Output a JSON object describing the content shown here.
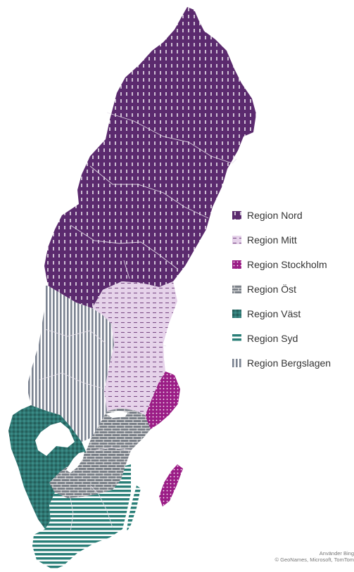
{
  "legend": {
    "items": [
      {
        "key": "nord",
        "label": "Region Nord",
        "color": "#5b2a6e",
        "pattern": "dash-vertical"
      },
      {
        "key": "mitt",
        "label": "Region Mitt",
        "color": "#e6d3ea",
        "pattern": "dash-horizontal"
      },
      {
        "key": "stockholm",
        "label": "Region Stockholm",
        "color": "#9b1d86",
        "pattern": "dots"
      },
      {
        "key": "ost",
        "label": "Region Öst",
        "color": "#7b8189",
        "pattern": "brick"
      },
      {
        "key": "vast",
        "label": "Region Väst",
        "color": "#2e7672",
        "pattern": "checker"
      },
      {
        "key": "syd",
        "label": "Region Syd",
        "color": "#2a7f78",
        "pattern": "horizontal-lines"
      },
      {
        "key": "bergslagen",
        "label": "Region Bergslagen",
        "color": "#7b8391",
        "pattern": "vertical-lines"
      }
    ]
  },
  "credits": {
    "line1": "Använder Bing",
    "line2": "© GeoNames, Microsoft, TomTom"
  }
}
